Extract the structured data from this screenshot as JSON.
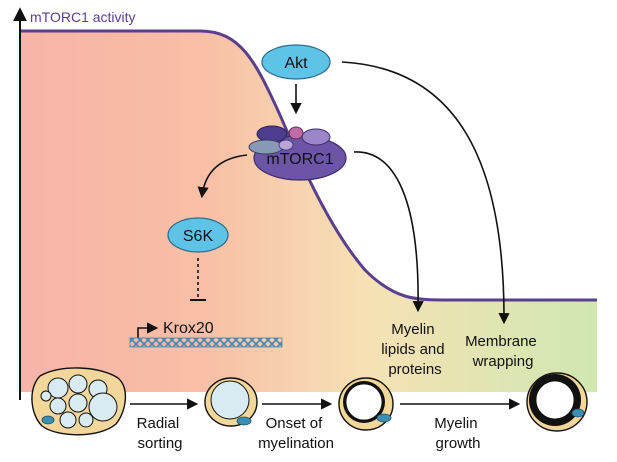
{
  "colors": {
    "curve": "#5a3f8e",
    "node_fill": "#5ec3e6",
    "node_stroke": "#2a6a8a",
    "mtorc1_fill": "#6c55a6",
    "mtorc1_dark": "#3d2b6e",
    "bg_left": "#f9b3a8",
    "bg_mid": "#f6e1b4",
    "bg_right": "#cfe8b0",
    "cell_fill": "#f3d79a",
    "axon_fill": "#d9eaf3",
    "nucleus": "#3b8fb3",
    "dna": "#3f87b9"
  },
  "axis": {
    "title": "mTORC1 activity"
  },
  "nodes": {
    "akt": "Akt",
    "mtorc1": "mTORC1",
    "s6k": "S6K",
    "krox20": "Krox20"
  },
  "outputs": {
    "myelin_components": [
      "Myelin",
      "lipids and",
      "proteins"
    ],
    "membrane": [
      "Membrane",
      "wrapping"
    ]
  },
  "stages": {
    "radial_sorting": [
      "Radial",
      "sorting"
    ],
    "onset_of_myelination": [
      "Onset of",
      "myelination"
    ],
    "myelin_growth": [
      "Myelin",
      "growth"
    ]
  }
}
